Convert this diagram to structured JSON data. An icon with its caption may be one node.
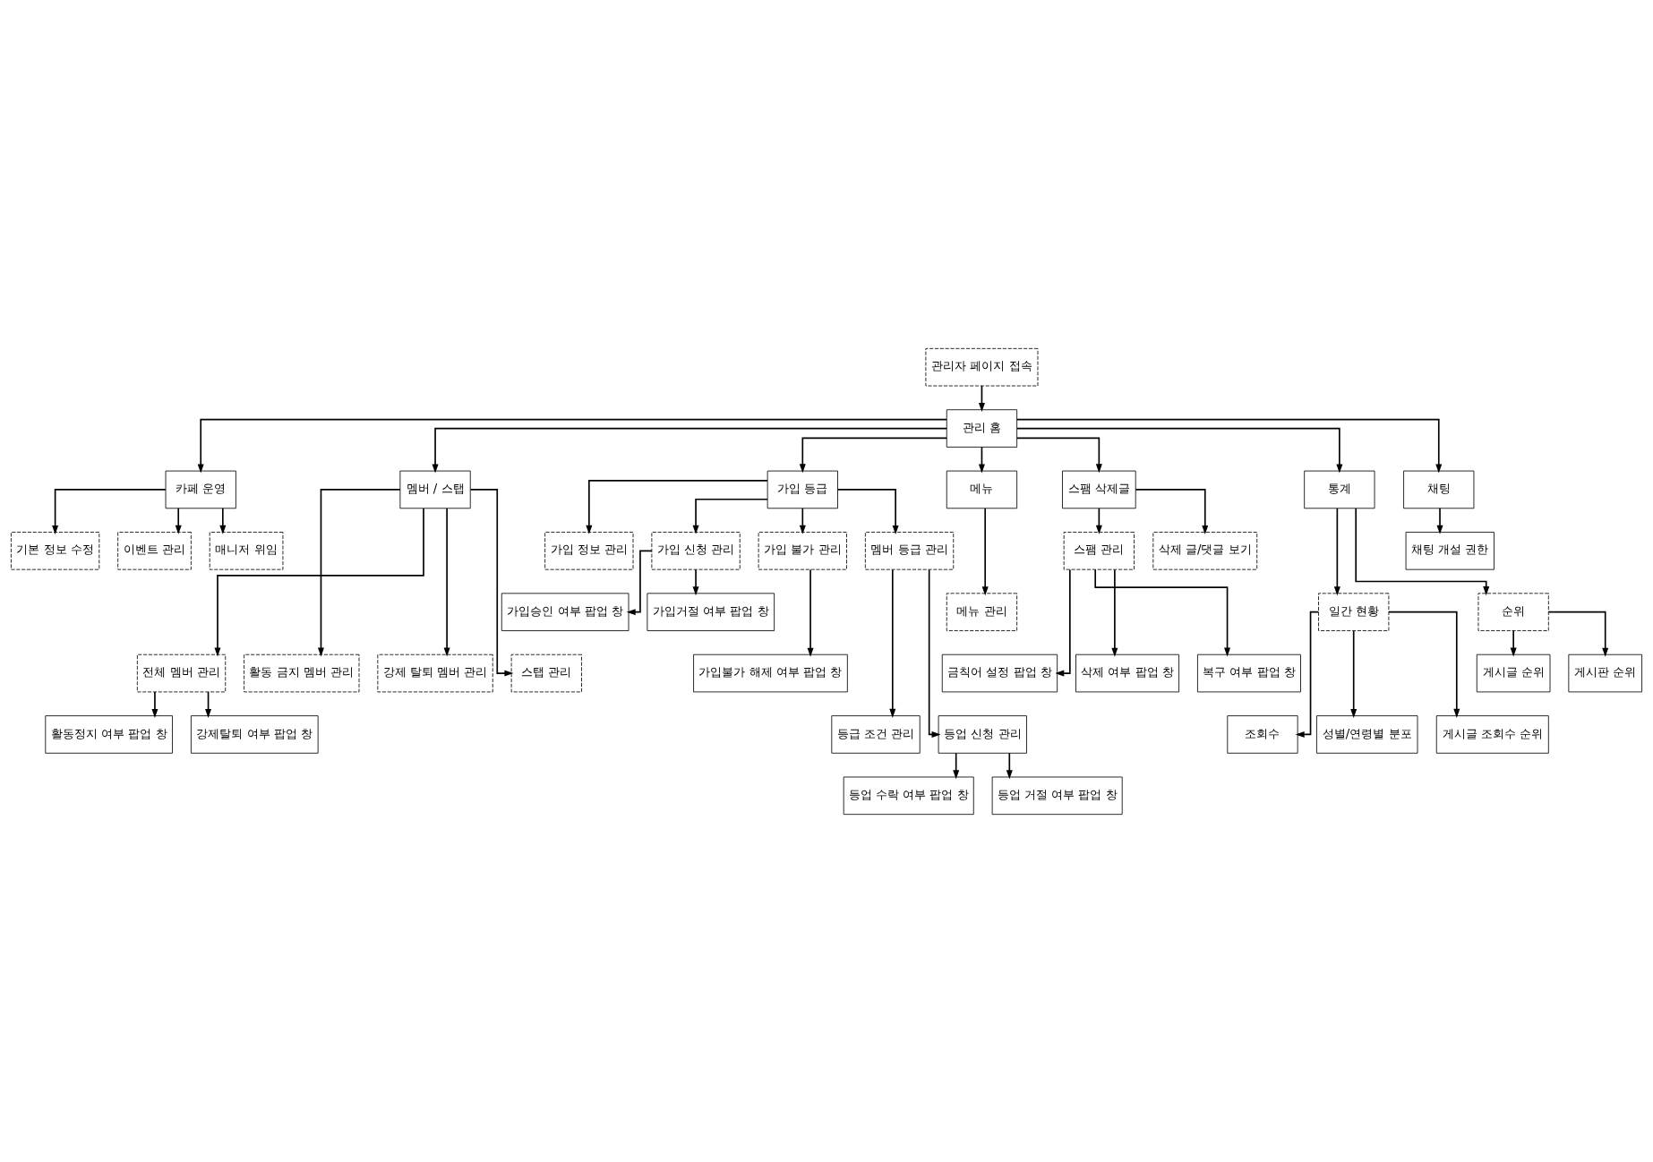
{
  "diagram": {
    "nodes": [
      {
        "text": [
          "관리자 페이지 접속"
        ]
      },
      {
        "text": [
          "관리 홈"
        ]
      },
      {
        "text": [
          "카페 운영"
        ]
      },
      {
        "text": [
          "멤버 / 스탭"
        ]
      },
      {
        "text": [
          "가입 등급"
        ]
      },
      {
        "text": [
          "메뉴"
        ]
      },
      {
        "text": [
          "스팸 삭제글"
        ]
      },
      {
        "text": [
          "통계"
        ]
      },
      {
        "text": [
          "채팅"
        ]
      },
      {
        "text": [
          "기본 정보 수정"
        ]
      },
      {
        "text": [
          "이벤트 관리"
        ]
      },
      {
        "text": [
          "매니저 위임"
        ]
      },
      {
        "text": [
          "전체 멤버 관리"
        ]
      },
      {
        "text": [
          "활동 금지 멤버 관리"
        ]
      },
      {
        "text": [
          "강제 탈퇴 멤버 관리"
        ]
      },
      {
        "text": [
          "스탭 관리"
        ]
      },
      {
        "text": [
          "활동정지 여부 팝업 창"
        ]
      },
      {
        "text": [
          "강제탈퇴 여부 팝업 창"
        ]
      },
      {
        "text": [
          "가입 정보 관리"
        ]
      },
      {
        "text": [
          "가입 신청 관리"
        ]
      },
      {
        "text": [
          "가입 불가 관리"
        ]
      },
      {
        "text": [
          "멤버 등급 관리"
        ]
      },
      {
        "text": [
          "가입승인 여부 팝업 창"
        ]
      },
      {
        "text": [
          "가입거절 여부 팝업 창"
        ]
      },
      {
        "text": [
          "가입불가 해제 여부 팝업 창"
        ]
      },
      {
        "text": [
          "등급 조건 관리"
        ]
      },
      {
        "text": [
          "등업 신청 관리"
        ]
      },
      {
        "text": [
          "등업 수락 여부 팝업 창"
        ]
      },
      {
        "text": [
          "등업 거절 여부 팝업 창"
        ]
      },
      {
        "text": [
          "메뉴 관리"
        ]
      },
      {
        "text": [
          "스팸 관리"
        ]
      },
      {
        "text": [
          "삭제 글/댓글 보기"
        ]
      },
      {
        "text": [
          "금칙어 설정 팝업 창"
        ]
      },
      {
        "text": [
          "삭제 여부 팝업 창"
        ]
      },
      {
        "text": [
          "복구 여부 팝업 창"
        ]
      },
      {
        "text": [
          "일간 현황"
        ]
      },
      {
        "text": [
          "순위"
        ]
      },
      {
        "text": [
          "조회수"
        ]
      },
      {
        "text": [
          "성별/연령별 분포"
        ]
      },
      {
        "text": [
          "게시글 조회수 순위"
        ]
      },
      {
        "text": [
          "게시글 순위"
        ]
      },
      {
        "text": [
          "게시판 순위"
        ]
      },
      {
        "text": [
          "채팅 개설 권한"
        ]
      }
    ],
    "edges": [
      {
        "from": 0,
        "to": 1,
        "arrow": "to"
      },
      {
        "from": 1,
        "to": 2,
        "arrow": "to"
      },
      {
        "from": 1,
        "to": 3,
        "arrow": "to"
      },
      {
        "from": 1,
        "to": 4,
        "arrow": "to"
      },
      {
        "from": 1,
        "to": 5,
        "arrow": "to"
      },
      {
        "from": 1,
        "to": 6,
        "arrow": "to"
      },
      {
        "from": 1,
        "to": 7,
        "arrow": "to"
      },
      {
        "from": 1,
        "to": 8,
        "arrow": "to"
      },
      {
        "from": 2,
        "to": 9,
        "arrow": "to"
      },
      {
        "from": 2,
        "to": 10,
        "arrow": "to"
      },
      {
        "from": 2,
        "to": 11,
        "arrow": "to"
      },
      {
        "from": 3,
        "to": 12,
        "arrow": "to"
      },
      {
        "from": 3,
        "to": 13,
        "arrow": "to"
      },
      {
        "from": 3,
        "to": 14,
        "arrow": "to"
      },
      {
        "from": 3,
        "to": 15,
        "arrow": "to"
      },
      {
        "from": 12,
        "to": 16,
        "arrow": "to"
      },
      {
        "from": 12,
        "to": 17,
        "arrow": "to"
      },
      {
        "from": 4,
        "to": 18,
        "arrow": "to"
      },
      {
        "from": 4,
        "to": 19,
        "arrow": "to"
      },
      {
        "from": 4,
        "to": 20,
        "arrow": "to"
      },
      {
        "from": 4,
        "to": 21,
        "arrow": "to"
      },
      {
        "from": 19,
        "to": 22,
        "arrow": "to"
      },
      {
        "from": 19,
        "to": 23,
        "arrow": "to"
      },
      {
        "from": 20,
        "to": 24,
        "arrow": "to"
      },
      {
        "from": 21,
        "to": 25,
        "arrow": "to"
      },
      {
        "from": 21,
        "to": 26,
        "arrow": "to"
      },
      {
        "from": 26,
        "to": 27,
        "arrow": "to"
      },
      {
        "from": 26,
        "to": 28,
        "arrow": "to"
      },
      {
        "from": 5,
        "to": 29,
        "arrow": "to"
      },
      {
        "from": 6,
        "to": 30,
        "arrow": "to"
      },
      {
        "from": 6,
        "to": 31,
        "arrow": "to"
      },
      {
        "from": 30,
        "to": 32,
        "arrow": "to"
      },
      {
        "from": 30,
        "to": 33,
        "arrow": "to"
      },
      {
        "from": 30,
        "to": 34,
        "arrow": "to"
      },
      {
        "from": 7,
        "to": 35,
        "arrow": "to"
      },
      {
        "from": 7,
        "to": 36,
        "arrow": "to"
      },
      {
        "from": 35,
        "to": 37,
        "arrow": "to"
      },
      {
        "from": 35,
        "to": 38,
        "arrow": "to"
      },
      {
        "from": 35,
        "to": 39,
        "arrow": "to"
      },
      {
        "from": 36,
        "to": 40,
        "arrow": "to"
      },
      {
        "from": 36,
        "to": 41,
        "arrow": "to"
      },
      {
        "from": 8,
        "to": 42,
        "arrow": "to"
      }
    ]
  }
}
